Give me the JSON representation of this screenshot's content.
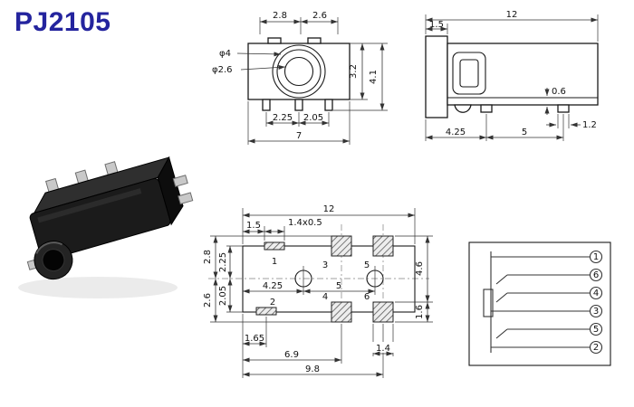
{
  "title": "PJ2105",
  "front_view": {
    "dim_top_left": "2.8",
    "dim_top_right": "2.6",
    "dia_outer": "φ4",
    "dia_inner": "φ2.6",
    "dim_body_height": "3.2",
    "dim_total_height": "4.1",
    "dim_pin_pitch_left": "2.25",
    "dim_pin_pitch_right": "2.05",
    "dim_total_width": "7"
  },
  "side_view": {
    "dim_total_length": "12",
    "dim_flange": "1.5",
    "dim_standoff": "0.6",
    "dim_pin_width": "1.2",
    "dim_pitch_a": "4.25",
    "dim_pitch_b": "5"
  },
  "footprint": {
    "dim_total_width": "12",
    "dim_pad1_offset": "1.5",
    "dim_pad1_size": "1.4x0.5",
    "dim_v_outer_top": "2.8",
    "dim_v_inner_top": "2.25",
    "dim_v_outer_bottom": "2.6",
    "dim_v_inner_bottom": "2.05",
    "dim_hole_pitch_a": "4.25",
    "dim_hole_pitch_b": "5",
    "dim_height": "4.6",
    "dim_pad_height": "1.6",
    "dim_pad2_offset": "1.65",
    "dim_pad4_offset": "6.9",
    "dim_pad6_offset": "9.8",
    "dim_pad6_width": "1.4",
    "pads": [
      "1",
      "2",
      "3",
      "4",
      "5",
      "6"
    ]
  },
  "schematic": {
    "pins": [
      "1",
      "6",
      "4",
      "3",
      "5",
      "2"
    ]
  }
}
